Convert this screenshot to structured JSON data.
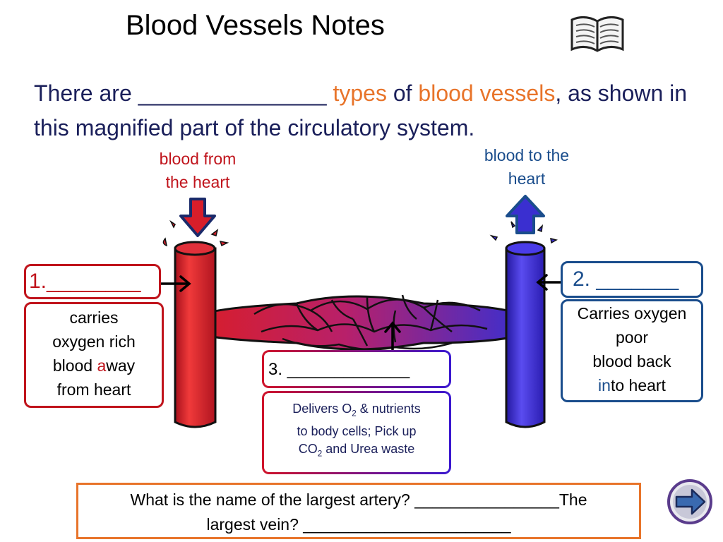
{
  "title": "Blood Vessels Notes",
  "intro": {
    "part1": "There are _______________ ",
    "types": "types",
    "part2": " of ",
    "blood_vessels": "blood vessels",
    "part3": ", as shown in this magnified part of the circulatory system."
  },
  "labels": {
    "from_heart_line1": "blood from",
    "from_heart_line2": "the heart",
    "to_heart_line1": "blood to the",
    "to_heart_line2": "heart"
  },
  "box1": {
    "number": "1.________",
    "desc_line1": "carries",
    "desc_line2": "oxygen rich",
    "desc_line3a": "blood ",
    "desc_line3b": "a",
    "desc_line3c": "way",
    "desc_line4": "from heart"
  },
  "box2": {
    "number": "2. _______",
    "desc_line1": "Carries oxygen",
    "desc_line2": "poor",
    "desc_line3": "blood back",
    "desc_line4a": "in",
    "desc_line4b": "to heart"
  },
  "box3": {
    "number": "3. _____________",
    "desc_line1a": "Delivers O",
    "desc_line1sub": "2",
    "desc_line1b": " & nutrients",
    "desc_line2": "to body cells; Pick up",
    "desc_line3a": "CO",
    "desc_line3sub": "2",
    "desc_line3b": " and Urea waste"
  },
  "question": {
    "line1": "What is the name of the largest artery? ________________The",
    "line2": "largest vein? _______________________"
  },
  "icons": [
    "book-icon",
    "next-arrow-icon"
  ],
  "colors": {
    "artery": "#d81e2a",
    "vein": "#3a2fd0",
    "text_navy": "#1a1f5a",
    "accent_orange": "#e8742a",
    "label_red": "#c0141c",
    "label_blue": "#1a4d8c"
  }
}
